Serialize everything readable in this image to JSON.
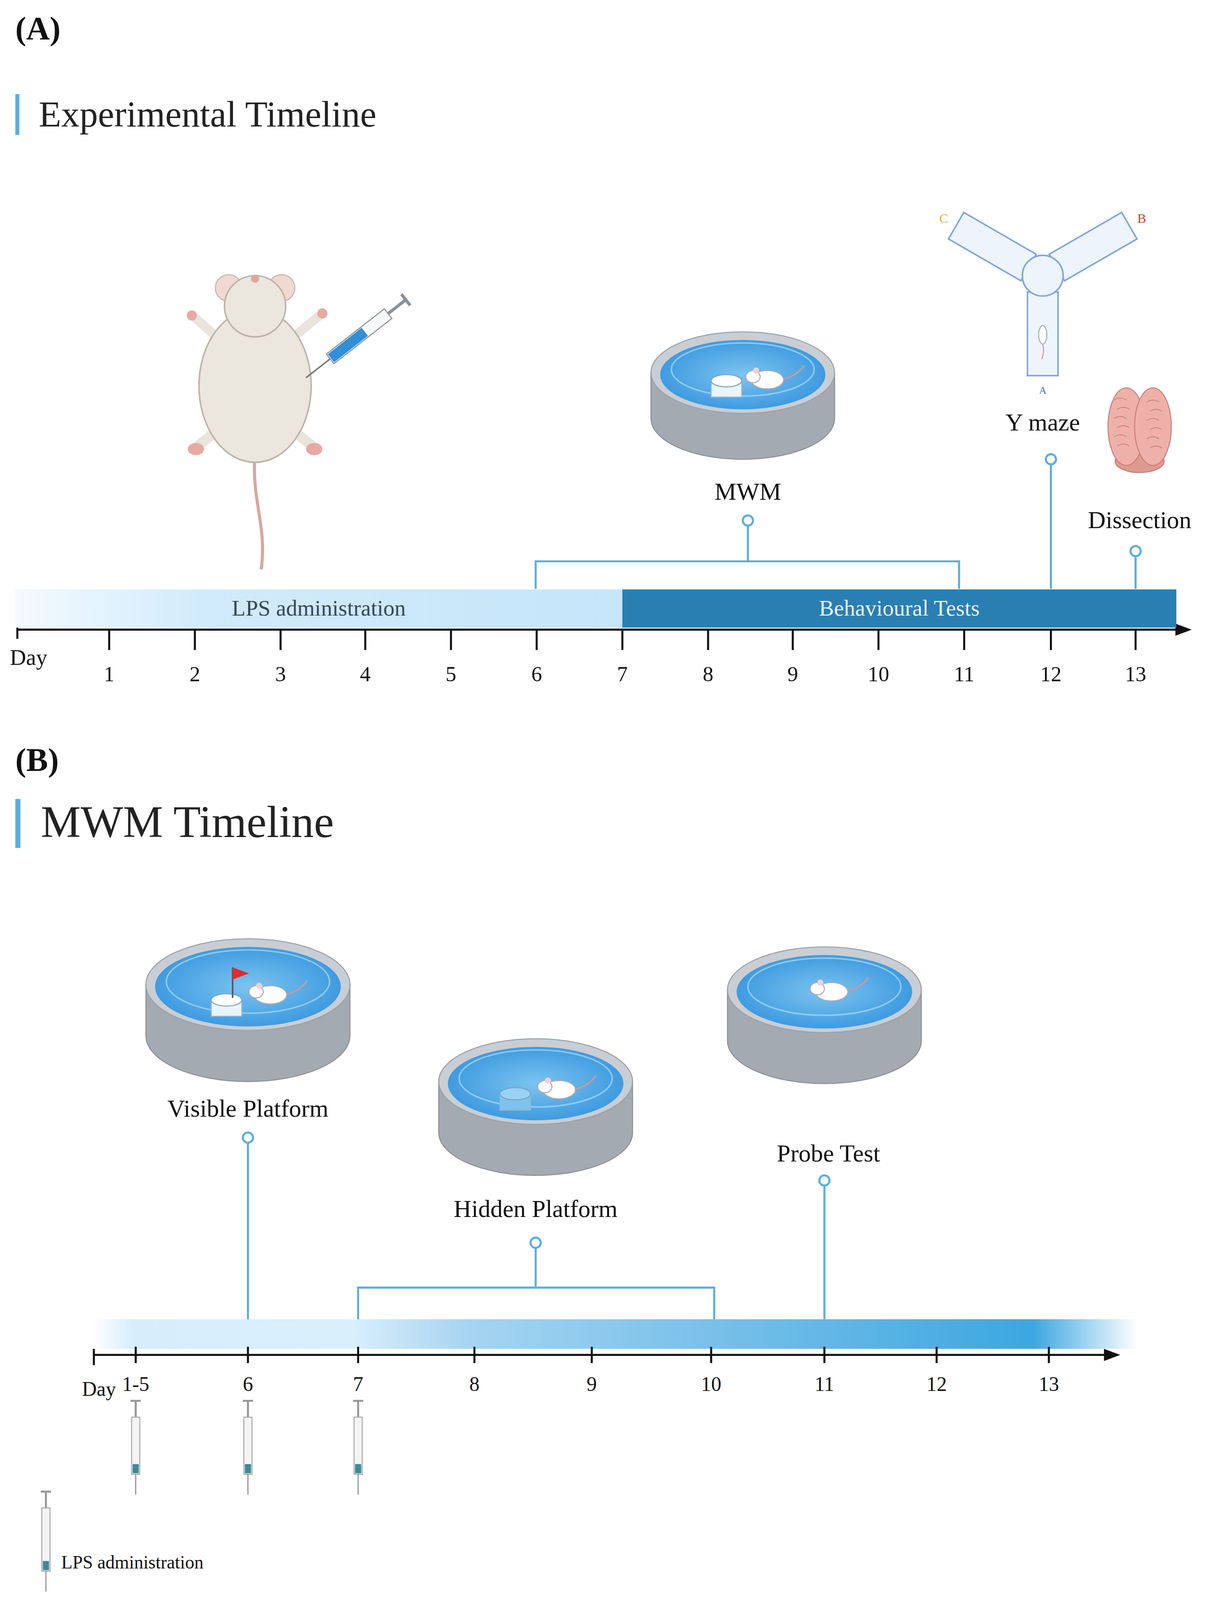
{
  "diagram": {
    "nodes": [
      {
        "text": [
          "LPS administration"
        ]
      },
      {
        "text": [
          "Behavioural Tests"
        ]
      }
    ],
    "labels": [
      "(A)",
      "Experimental Timeline",
      "Day",
      "1",
      "2",
      "3",
      "4",
      "5",
      "6",
      "7",
      "8",
      "9",
      "10",
      "11",
      "12",
      "13",
      "C",
      "B",
      "A",
      "MWM",
      "Y maze",
      "Dissection",
      "(B)",
      "MWM Timeline",
      "Visible Platform",
      "Hidden Platform",
      "Probe Test",
      "Day",
      "1-5",
      "6",
      "7",
      "8",
      "9",
      "10",
      "11",
      "12",
      "13"
    ],
    "legend": [
      {
        "text": "LPS administration"
      }
    ]
  }
}
